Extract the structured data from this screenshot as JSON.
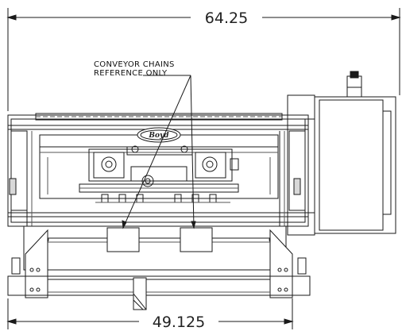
{
  "drawing": {
    "top_dimension": "64.25",
    "bottom_dimension": "49.125",
    "note_line1": "CONVEYOR CHAINS",
    "note_line2": "REFERENCE ONLY",
    "logo_text": "Boyd"
  },
  "colors": {
    "line": "#1a1a1a",
    "light_line": "#555555",
    "fill_gray": "#d8d8d8"
  }
}
